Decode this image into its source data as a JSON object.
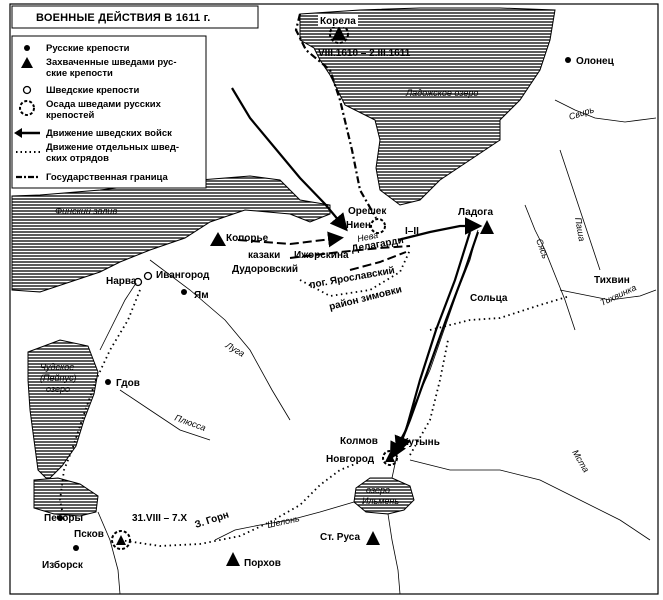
{
  "title": "ВОЕННЫЕ ДЕЙСТВИЯ В 1611 г.",
  "legend": {
    "russian_forts": "Русские крепости",
    "captured_line1": "Захваченные шведами рус-",
    "captured_line2": "ские крепости",
    "swedish_forts": "Шведские крепости",
    "siege_line1": "Осада шведами русских",
    "siege_line2": "крепостей",
    "movement_troops": "Движение шведских войск",
    "movement_detach_line1": "Движение отдельных швед-",
    "movement_detach_line2": "ских отрядов",
    "border": "Государственная граница"
  },
  "places": {
    "korela": "Корела",
    "korela_dates": "VIII.1610 – 2.III.1611",
    "olonets": "Олонец",
    "ladoga_lake": "Ладожское озеро",
    "svir": "Свирь",
    "pasha": "Паша",
    "oreshek": "Орешек",
    "nien": "Ниен",
    "neva": "Нева",
    "ladoga": "Ладога",
    "finnish_gulf": "Финский залив",
    "koporye": "Копорье",
    "kazaki": "казаки",
    "izhorskina": "Ижорскина",
    "delagardi": "Делагарди",
    "roman_i_ii": "I–II",
    "dudorovsky": "Дудоровский",
    "yaroslavsky": "пог. Ярославский",
    "zimovki": "район зимовки",
    "syas": "Сясь",
    "tikhvin": "Тихвин",
    "tikhvinka": "Тихвинка",
    "soltsa": "Сольца",
    "ivangorod": "Ивангород",
    "narva": "Нарва",
    "yam": "Ям",
    "luga": "Луга",
    "chudskoe1": "Чудское",
    "chudskoe2": "(Пейпус)",
    "chudskoe3": "озеро",
    "gdov": "Гдов",
    "plyussa": "Плюсса",
    "kolmov": "Колмов",
    "khutyn": "Хутынь",
    "novgorod": "Новгород",
    "ilmen1": "озеро",
    "ilmen2": "Ильмень",
    "msta": "Мста",
    "pechory": "Печоры",
    "pskov": "Псков",
    "pskov_dates": "31.VIII – 7.X",
    "z_gorn": "З. Горн",
    "shelon": "Шелонь",
    "st_rusa": "Ст. Руса",
    "porkhov": "Порхов",
    "izborsk": "Изборск"
  }
}
